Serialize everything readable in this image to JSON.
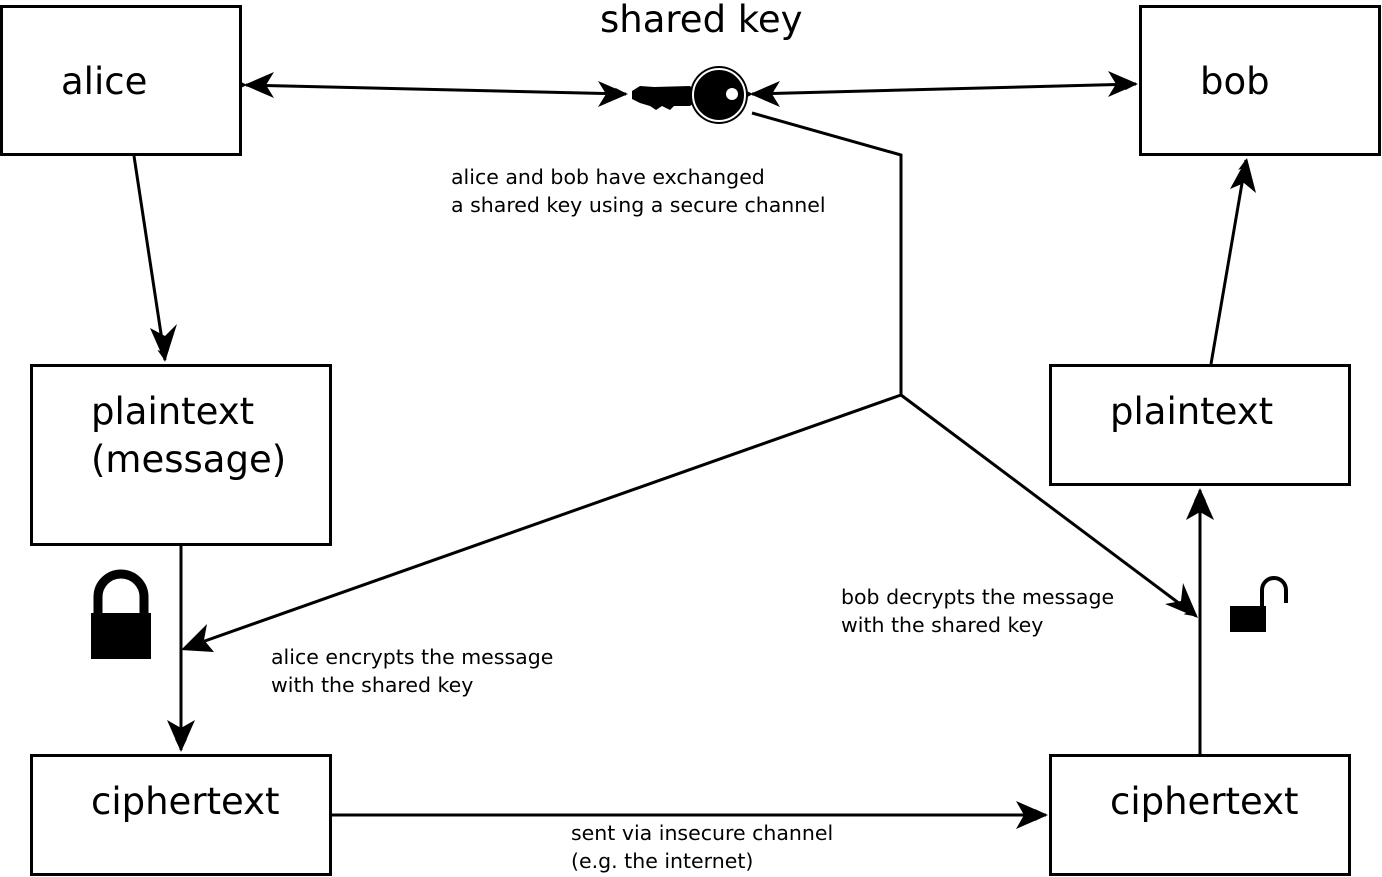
{
  "title": "shared key",
  "boxes": {
    "alice": "alice",
    "bob": "bob",
    "plaintext_left": [
      "plaintext",
      "(message)"
    ],
    "plaintext_right": "plaintext",
    "ciphertext_left": "ciphertext",
    "ciphertext_right": "ciphertext"
  },
  "notes": {
    "key_exchange": [
      "alice and bob have exchanged",
      "a shared key using a secure channel"
    ],
    "encrypt": [
      "alice encrypts the message",
      "with the shared key"
    ],
    "decrypt": [
      "bob decrypts the message",
      "with the shared key"
    ],
    "channel": [
      "sent via insecure channel",
      "(e.g. the internet)"
    ]
  },
  "icons": {
    "key": "key-icon",
    "lock_closed": "padlock-closed-icon",
    "lock_open": "padlock-open-icon"
  }
}
